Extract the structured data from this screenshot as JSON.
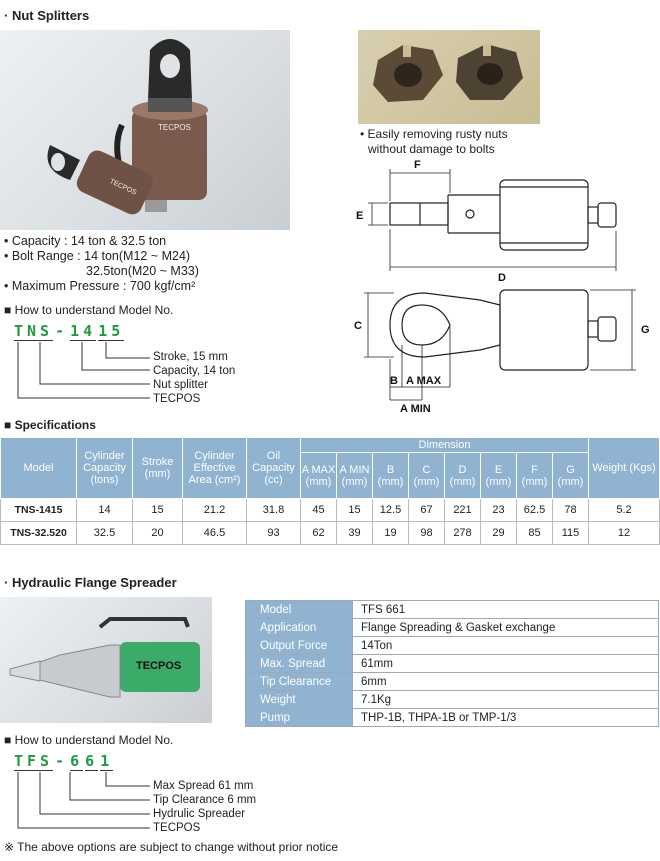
{
  "nut_splitters": {
    "title": "· Nut Splitters",
    "product_label": "TECPOS",
    "nuts_caption": [
      "• Easily removing rusty nuts",
      "without damage to bolts"
    ],
    "bullets": [
      "• Capacity : 14 ton & 32.5 ton",
      "• Bolt Range : 14 ton(M12 ~ M24)",
      "32.5ton(M20 ~ M33)",
      "• Maximum Pressure : 700 kgf/cm²"
    ],
    "model_heading": "■ How to understand Model No.",
    "model_code": [
      "TNS",
      "-",
      "14",
      "15"
    ],
    "model_parts": [
      "Stroke, 15 mm",
      "Capacity, 14 ton",
      "Nut splitter",
      "TECPOS"
    ],
    "dim_labels": [
      "F",
      "E",
      "D",
      "C",
      "G",
      "B",
      "A MAX",
      "A MIN"
    ]
  },
  "specifications": {
    "title": "■ Specifications",
    "headers": {
      "model": "Model",
      "cylinder_capacity": "Cylinder Capacity (tons)",
      "stroke": "Stroke (mm)",
      "effective_area": "Cylinder Effective Area (cm²)",
      "oil_capacity": "Oil Capacity (cc)",
      "dimension": "Dimension",
      "weight": "Weight (Kgs)",
      "dims": [
        "A MAX (mm)",
        "A MIN (mm)",
        "B (mm)",
        "C (mm)",
        "D (mm)",
        "E (mm)",
        "F (mm)",
        "G (mm)"
      ]
    },
    "rows": [
      [
        "TNS-1415",
        "14",
        "15",
        "21.2",
        "31.8",
        "45",
        "15",
        "12.5",
        "67",
        "221",
        "23",
        "62.5",
        "78",
        "5.2"
      ],
      [
        "TNS-32.520",
        "32.5",
        "20",
        "46.5",
        "93",
        "62",
        "39",
        "19",
        "98",
        "278",
        "29",
        "85",
        "115",
        "12"
      ]
    ]
  },
  "flange_spreader": {
    "title": "· Hydraulic Flange Spreader",
    "product_label": "TECPOS",
    "specs": [
      [
        "Model",
        "TFS 661"
      ],
      [
        "Application",
        "Flange Spreading & Gasket exchange"
      ],
      [
        "Output Force",
        "14Ton"
      ],
      [
        "Max. Spread",
        "61mm"
      ],
      [
        "Tip Clearance",
        "6mm"
      ],
      [
        "Weight",
        "7.1Kg"
      ],
      [
        "Pump",
        "THP-1B, THPA-1B or TMP-1/3"
      ]
    ],
    "model_heading": "■ How to understand Model No.",
    "model_code": [
      "TFS",
      "-",
      "6",
      "6",
      "1"
    ],
    "model_parts": [
      "Max Spread  61 mm",
      "Tip Clearance  6 mm",
      "Hydrulic Spreader",
      "TECPOS"
    ]
  },
  "footnote": "※ The above options are subject to change without prior notice"
}
